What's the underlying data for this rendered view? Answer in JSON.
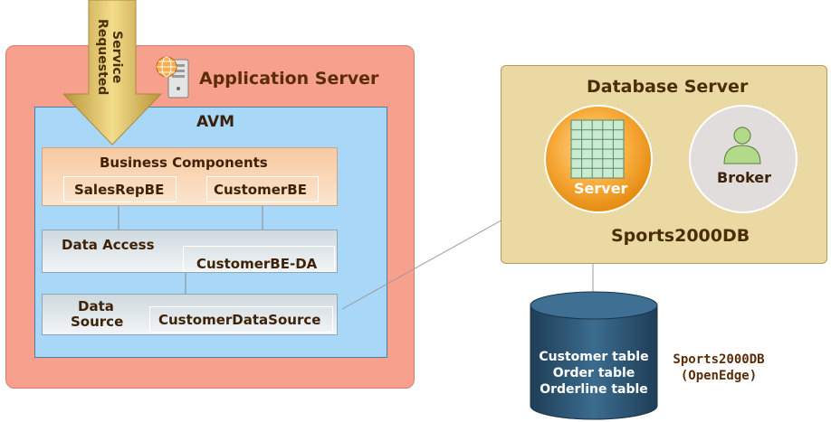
{
  "app_server": {
    "title": "Application Server"
  },
  "avm": {
    "title": "AVM"
  },
  "service_arrow": {
    "line1": "Service",
    "line2": "Requested"
  },
  "business_components": {
    "title": "Business Components",
    "items": [
      "SalesRepBE",
      "CustomerBE"
    ]
  },
  "data_access": {
    "title": "Data Access",
    "item": "CustomerBE-DA"
  },
  "data_source": {
    "title_line1": "Data",
    "title_line2": "Source",
    "item": "CustomerDataSource"
  },
  "db_server": {
    "title": "Database Server",
    "server_label": "Server",
    "broker_label": "Broker",
    "db_name": "Sports2000DB"
  },
  "database": {
    "tables": [
      "Customer table",
      "Order table",
      "Orderline table"
    ],
    "caption_line1": "Sports2000DB",
    "caption_line2": "(OpenEdge)"
  },
  "colors": {
    "app_server_bg": "#f6a08d",
    "avm_bg": "#a8d7f8",
    "db_server_bg": "#ebd9a4",
    "server_orb": "#f59a1a",
    "cylinder": "#2f5673",
    "arrow": "#d8b34a"
  }
}
